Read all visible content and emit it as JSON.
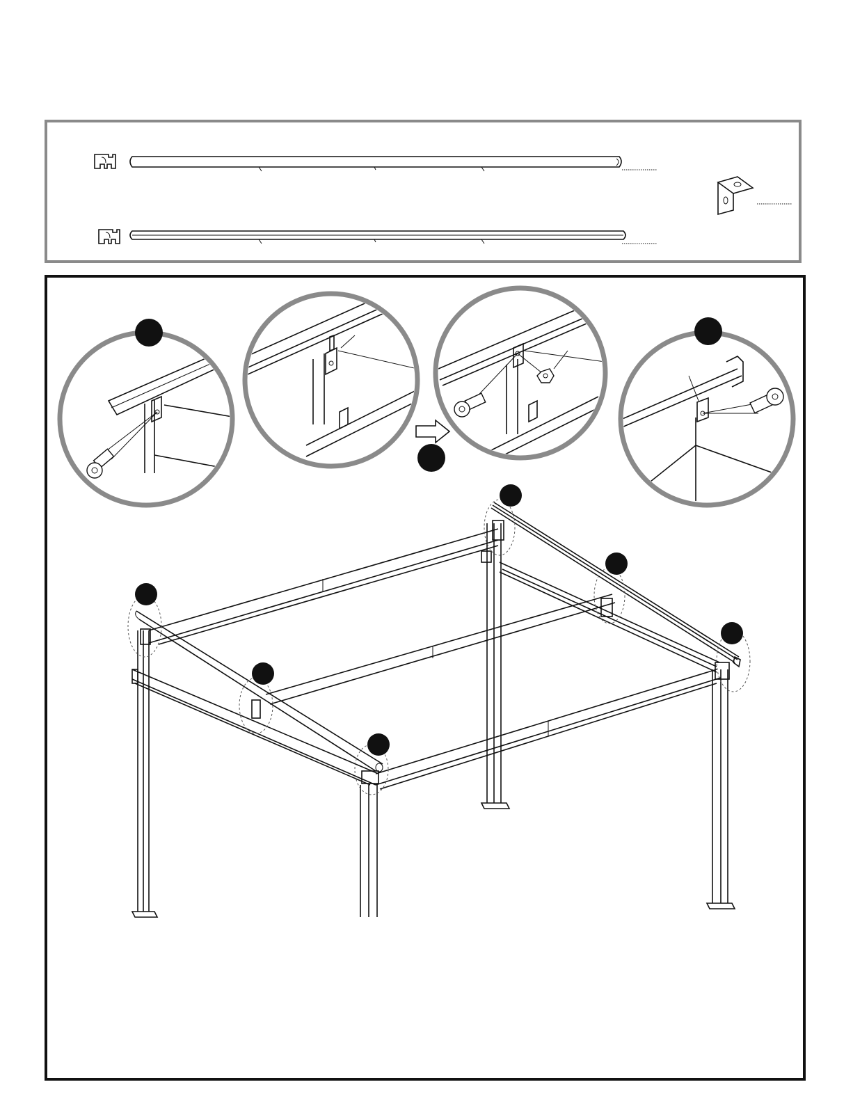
{
  "parts": [
    {
      "id": "top-beam",
      "name_icon": "beam-profile-icon",
      "quantity_label": ""
    },
    {
      "id": "rail-beam",
      "name_icon": "rail-profile-icon",
      "quantity_label": ""
    },
    {
      "id": "l-bracket",
      "name_icon": "l-bracket-icon",
      "quantity_label": ""
    }
  ],
  "detail_views": [
    {
      "id": "detail-a",
      "shows": "screw-into-bracket"
    },
    {
      "id": "detail-b",
      "shows": "bracket-before"
    },
    {
      "id": "detail-c",
      "shows": "bolt-and-nut"
    },
    {
      "id": "detail-d",
      "shows": "end-bracket-bolt"
    }
  ],
  "colors": {
    "frame": "#111111",
    "parts_border": "#8a8a8a",
    "zoom_ring": "#8a8a8a",
    "marker": "#111111"
  }
}
